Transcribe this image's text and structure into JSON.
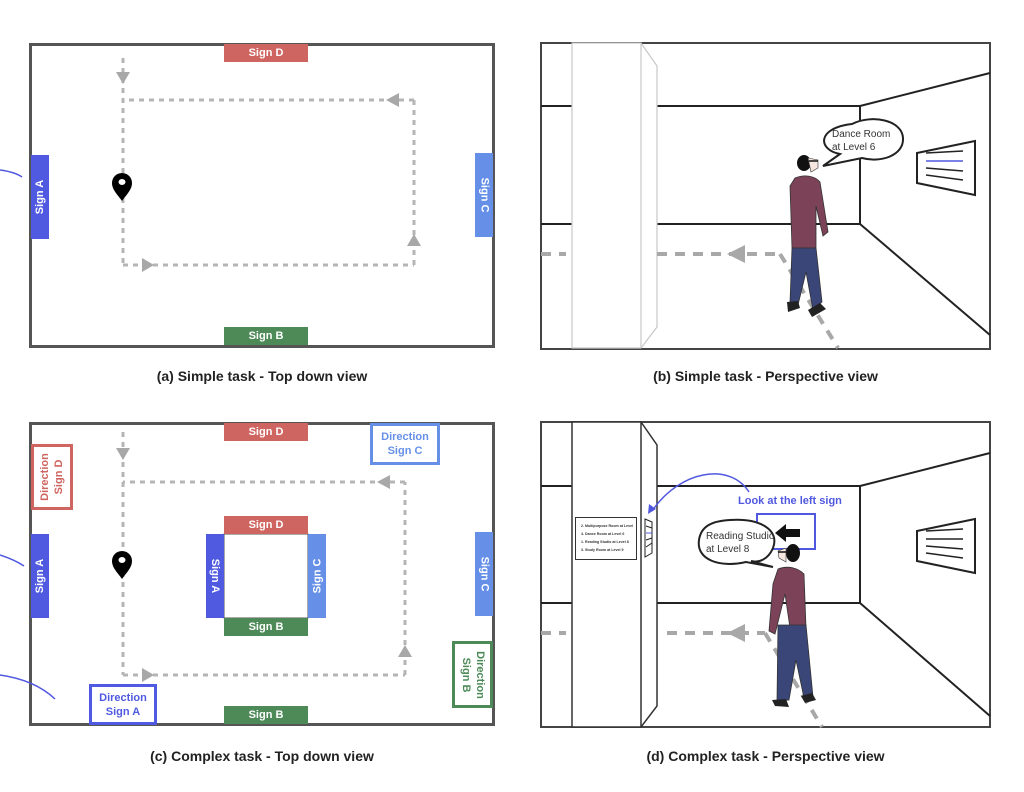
{
  "colors": {
    "sign_a": "#4f5ae0",
    "sign_b": "#4d8a58",
    "sign_c": "#6690e8",
    "sign_d": "#cf6560",
    "path": "#b5b5b5",
    "annotation": "#5058e0",
    "shirt": "#7c4358",
    "pants": "#3a4678"
  },
  "panels": {
    "a": {
      "caption": "(a)  Simple task - Top down view",
      "signs": {
        "a": "Sign A",
        "b": "Sign B",
        "c": "Sign C",
        "d": "Sign D"
      }
    },
    "b": {
      "caption": "(b) Simple task - Perspective view",
      "speech": "Dance Room\nat Level 6"
    },
    "c": {
      "caption": "(c) Complex task - Top down view",
      "outer_signs": {
        "a": "Sign A",
        "b": "Sign B",
        "c": "Sign C",
        "d": "Sign D"
      },
      "inner_signs": {
        "a": "Sign A",
        "b": "Sign B",
        "c": "Sign C",
        "d": "Sign D"
      },
      "direction_signs": {
        "a": "Direction\nSign A",
        "b": "Direction\nSign B",
        "c": "Direction\nSign C",
        "d": "Direction\nSign D"
      }
    },
    "d": {
      "caption": "(d) Complex task - Perspective view",
      "speech": "Reading Studio\nat Level 8",
      "annotation": "Look at the left sign",
      "directory_sign": [
        "2. Multipurpose Room at Level",
        "4. Dance Room at Level 6",
        "1. Reading Studio at Level 8",
        "3. Study Room at Level 9"
      ]
    }
  }
}
